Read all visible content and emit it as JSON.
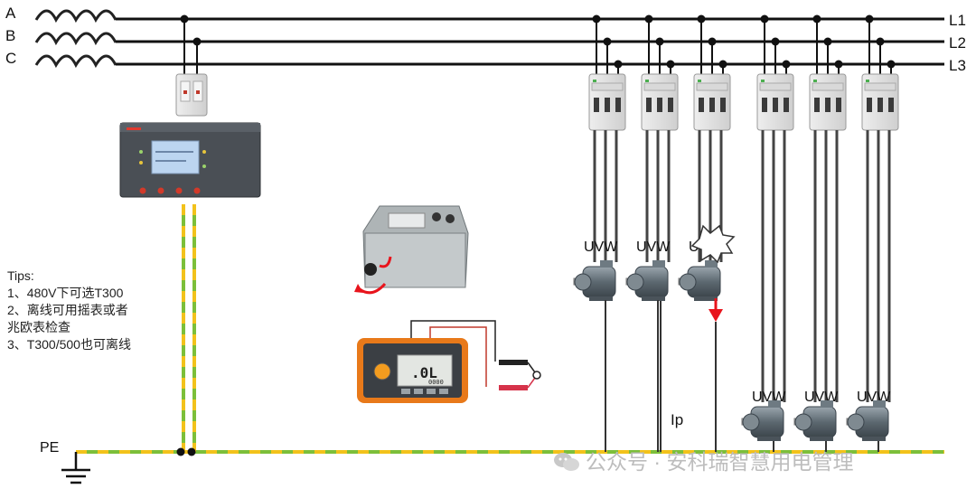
{
  "phases": [
    "A",
    "B",
    "C"
  ],
  "lines": [
    "L1",
    "L2",
    "L3"
  ],
  "pe_label": "PE",
  "motor_terminal_label": "UVW",
  "leak_current_label": "Ip",
  "tips": {
    "title": "Tips:",
    "items": [
      "1、480V下可选T300",
      "2、离线可用摇表或者",
      "兆欧表检查",
      "3、T300/500也可离线"
    ]
  },
  "multimeter": {
    "display": ".0L",
    "sub_display": "0000"
  },
  "colors": {
    "pe_green": "#7cbf3a",
    "pe_yellow": "#f2c21b",
    "fault_red": "#e8141c"
  },
  "watermark": "公众号 · 安科瑞智慧用电管理"
}
